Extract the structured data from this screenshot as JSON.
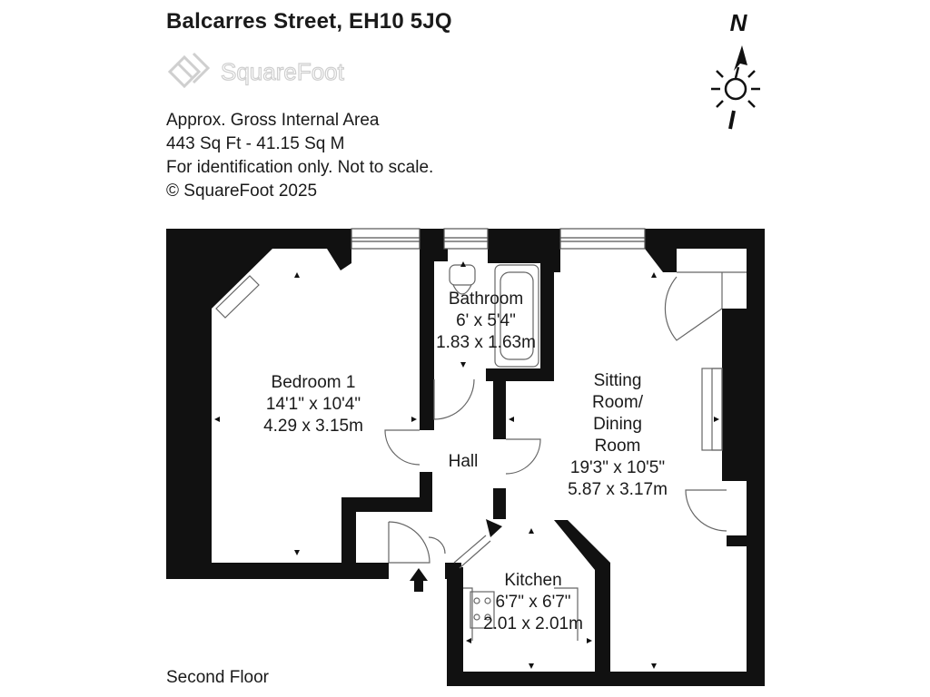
{
  "header": {
    "title": "Balcarres Street, EH10 5JQ",
    "logo_text": "SquareFoot"
  },
  "info": {
    "line1": "Approx. Gross Internal Area",
    "line2": "443 Sq Ft  -  41.15 Sq M",
    "line3": "For identification only. Not to scale.",
    "line4": "© SquareFoot 2025"
  },
  "compass": {
    "label": "N"
  },
  "rooms": {
    "bedroom": {
      "name": "Bedroom 1",
      "imperial": "14'1\" x 10'4\"",
      "metric": "4.29 x 3.15m"
    },
    "bathroom": {
      "name": "Bathroom",
      "imperial": "6' x 5'4\"",
      "metric": "1.83 x 1.63m"
    },
    "sitting": {
      "name1": "Sitting",
      "name2": "Room/",
      "name3": "Dining",
      "name4": "Room",
      "imperial": "19'3\" x 10'5\"",
      "metric": "5.87 x 3.17m"
    },
    "hall": {
      "name": "Hall"
    },
    "kitchen": {
      "name": "Kitchen",
      "imperial": "6'7\" x 6'7\"",
      "metric": "2.01 x 2.01m"
    }
  },
  "footer": {
    "floor": "Second Floor"
  },
  "colors": {
    "wall": "#111111",
    "logo": "#d0d0d0",
    "text": "#1a1a1a"
  }
}
